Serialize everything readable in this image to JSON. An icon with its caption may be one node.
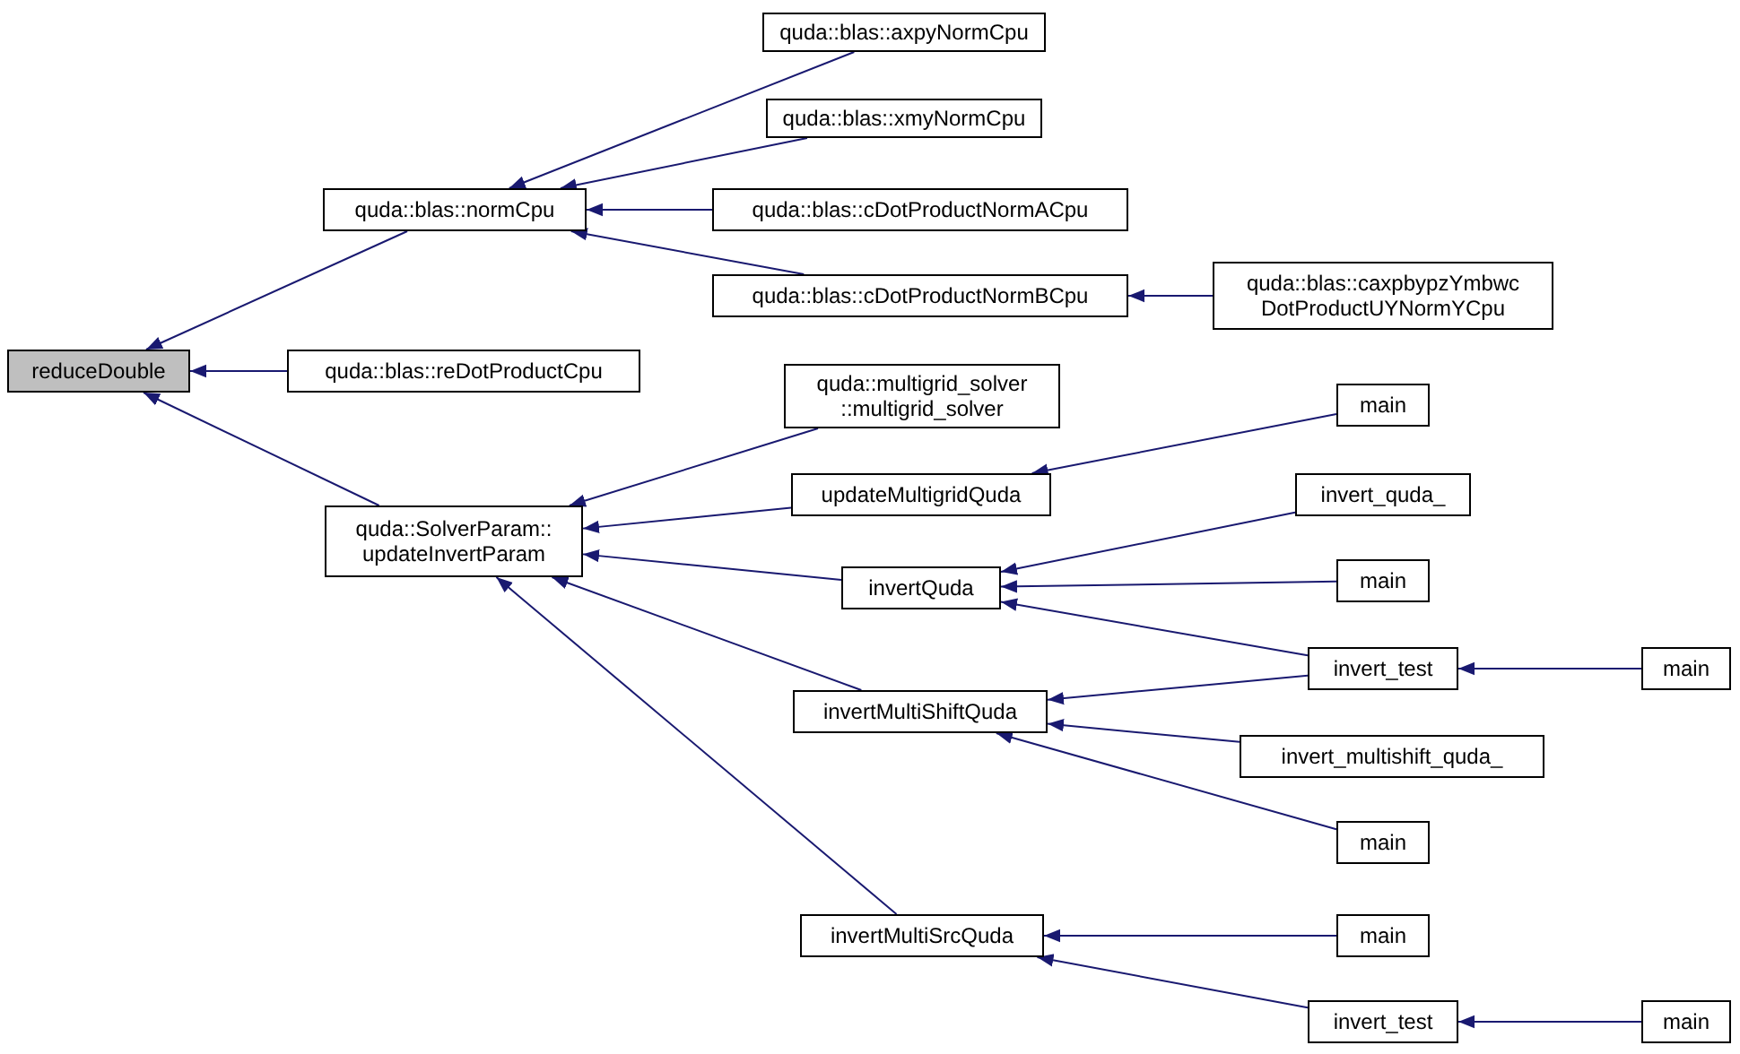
{
  "diagram": {
    "nodes": [
      {
        "text": [
          "reduceDouble"
        ]
      },
      {
        "text": [
          "quda::blas::normCpu"
        ]
      },
      {
        "text": [
          "quda::blas::axpyNormCpu"
        ]
      },
      {
        "text": [
          "quda::blas::xmyNormCpu"
        ]
      },
      {
        "text": [
          "quda::blas::cDotProductNormACpu"
        ]
      },
      {
        "text": [
          "quda::blas::cDotProductNormBCpu"
        ]
      },
      {
        "text": [
          "quda::blas::caxpbypzYmbwc DotProductUYNormYCpu"
        ]
      },
      {
        "text": [
          "quda::blas::reDotProductCpu"
        ]
      },
      {
        "text": [
          "quda::SolverParam:: updateInvertParam"
        ]
      },
      {
        "text": [
          "quda::multigrid_solver ::multigrid_solver"
        ]
      },
      {
        "text": [
          "updateMultigridQuda"
        ]
      },
      {
        "text": [
          "invertQuda"
        ]
      },
      {
        "text": [
          "invertMultiShiftQuda"
        ]
      },
      {
        "text": [
          "invertMultiSrcQuda"
        ]
      },
      {
        "text": [
          "main"
        ]
      },
      {
        "text": [
          "invert_quda_"
        ]
      },
      {
        "text": [
          "main"
        ]
      },
      {
        "text": [
          "invert_test"
        ]
      },
      {
        "text": [
          "main"
        ]
      },
      {
        "text": [
          "invert_multishift_quda_"
        ]
      },
      {
        "text": [
          "main"
        ]
      },
      {
        "text": [
          "main"
        ]
      },
      {
        "text": [
          "invert_test"
        ]
      },
      {
        "text": [
          "main"
        ]
      }
    ],
    "edges": [
      {
        "from": 1,
        "to": 0,
        "arrow": "to"
      },
      {
        "from": 7,
        "to": 0,
        "arrow": "to"
      },
      {
        "from": 8,
        "to": 0,
        "arrow": "to"
      },
      {
        "from": 2,
        "to": 1,
        "arrow": "to"
      },
      {
        "from": 3,
        "to": 1,
        "arrow": "to"
      },
      {
        "from": 4,
        "to": 1,
        "arrow": "to"
      },
      {
        "from": 5,
        "to": 1,
        "arrow": "to"
      },
      {
        "from": 6,
        "to": 5,
        "arrow": "to"
      },
      {
        "from": 9,
        "to": 8,
        "arrow": "to"
      },
      {
        "from": 10,
        "to": 8,
        "arrow": "to"
      },
      {
        "from": 11,
        "to": 8,
        "arrow": "to"
      },
      {
        "from": 12,
        "to": 8,
        "arrow": "to"
      },
      {
        "from": 13,
        "to": 8,
        "arrow": "to"
      },
      {
        "from": 14,
        "to": 10,
        "arrow": "to"
      },
      {
        "from": 15,
        "to": 11,
        "arrow": "to"
      },
      {
        "from": 16,
        "to": 11,
        "arrow": "to"
      },
      {
        "from": 17,
        "to": 11,
        "arrow": "to"
      },
      {
        "from": 17,
        "to": 12,
        "arrow": "to"
      },
      {
        "from": 19,
        "to": 12,
        "arrow": "to"
      },
      {
        "from": 20,
        "to": 12,
        "arrow": "to"
      },
      {
        "from": 18,
        "to": 17,
        "arrow": "to"
      },
      {
        "from": 21,
        "to": 13,
        "arrow": "to"
      },
      {
        "from": 22,
        "to": 13,
        "arrow": "to"
      },
      {
        "from": 23,
        "to": 22,
        "arrow": "to"
      }
    ]
  }
}
